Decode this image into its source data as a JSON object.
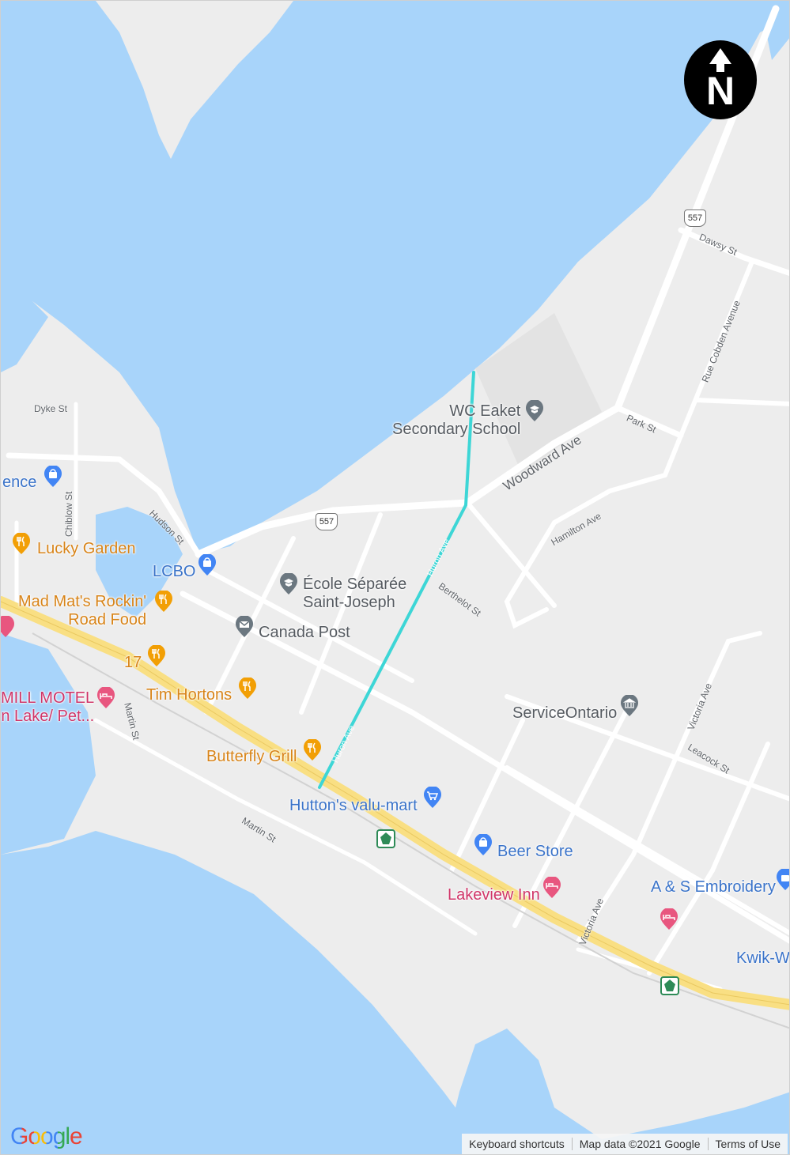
{
  "compass": {
    "letter": "N",
    "icon": "north-arrow-icon"
  },
  "route": {
    "color": "#3dd6d6"
  },
  "colors": {
    "water": "#a8d4fa",
    "land": "#ededed",
    "road": "#ffffff",
    "highway": "#f9df83"
  },
  "highway_shields": [
    "557",
    "557",
    "17"
  ],
  "pois": {
    "school": "WC Eaket\nSecondary School",
    "ecole": "École Séparée\nSaint-Joseph",
    "canada_post": "Canada Post",
    "lcbo": "LCBO",
    "lucky_garden": "Lucky Garden",
    "mad_mats": "Mad Mat's Rockin'\nRoad Food",
    "tim_hortons": "Tim Hortons",
    "butterfly_grill": "Butterfly Grill",
    "huttons": "Hutton's valu-mart",
    "service_ontario": "ServiceOntario",
    "beer_store": "Beer Store",
    "lakeview_inn": "Lakeview Inn",
    "embroidery": "A & S Embroidery",
    "kwik": "Kwik-W",
    "mill_motel": "MILL MOTEL\nn Lake/ Pet...",
    "ence": "ence"
  },
  "streets": {
    "dyke": "Dyke St",
    "chiblow": "Chiblow St",
    "hudson": "Hudson St",
    "woodward": "Woodward Ave",
    "park": "Park St",
    "dawsy": "Dawsy St",
    "cobden": "Rue Cobden Avenue",
    "hamilton": "Hamilton Ave",
    "berthelot": "Berthelot St",
    "victoria_top": "Victoria Ave",
    "victoria_bottom": "Victoria Ave",
    "leacock": "Leacock St",
    "martin_left": "Martin St",
    "martin_bottom": "Martin St",
    "huron_top": "Huron Ave",
    "huron_bottom": "Huron Ave"
  },
  "footer": {
    "logo": "Google",
    "shortcuts": "Keyboard shortcuts",
    "map_data": "Map data ©2021 Google",
    "terms": "Terms of Use"
  }
}
